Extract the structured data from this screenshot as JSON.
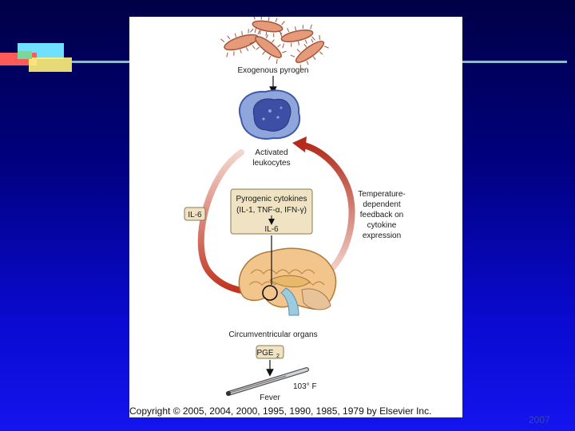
{
  "figure": {
    "exogenous_pyrogen": "Exogenous pyrogen",
    "activated_leukocytes": [
      "Activated",
      "leukocytes"
    ],
    "il6_side": "IL-6",
    "cytokine_box": {
      "line1": "Pyrogenic cytokines",
      "line2": "(IL-1, TNF-α, IFN-γ)",
      "line3": "IL-6"
    },
    "feedback_label": [
      "Temperature-",
      "dependent",
      "feedback on",
      "cytokine",
      "expression"
    ],
    "circumventricular": "Circumventricular organs",
    "pge2_main": "PGE",
    "pge2_sub": "2",
    "temperature": "103° F",
    "fever": "Fever"
  },
  "copyright": "Copyright © 2005, 2004, 2000, 1995, 1990, 1985, 1979 by Elsevier Inc.",
  "footer_year": "2007",
  "colors": {
    "background_top": "#000046",
    "background_bottom": "#1414ee",
    "cycle_arrow": "#b83a28",
    "box_fill": "#efe3c4",
    "cell_fill": "#8aa0d8",
    "nucleus_fill": "#3a4aa0",
    "brain_fill": "#f2c58c"
  }
}
